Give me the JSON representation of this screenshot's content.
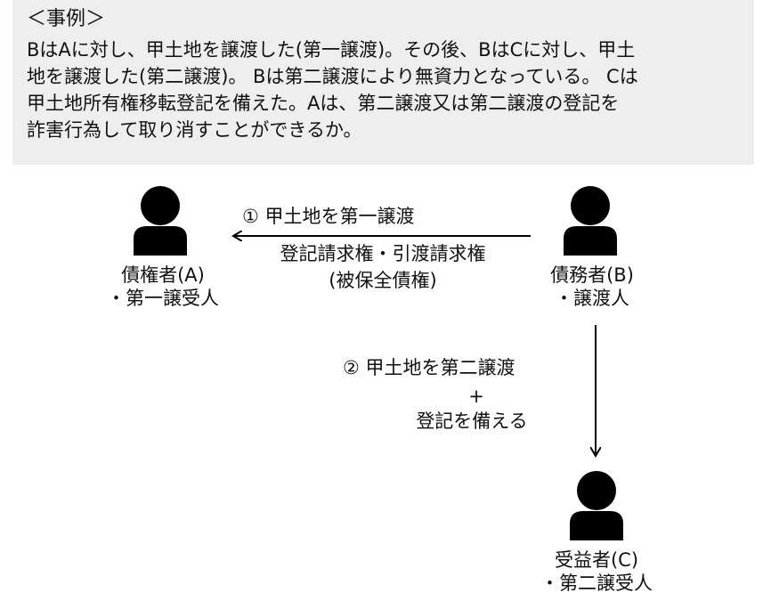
{
  "case": {
    "heading": "＜事例＞",
    "lines": [
      "BはAに対し、甲土地を譲渡した(第一譲渡)。その後、BはCに対し、甲土",
      "地を譲渡した(第二譲渡)。 Bは第二譲渡により無資力となっている。 Cは",
      "甲土地所有権移転登記を備えた。Aは、第二譲渡又は第二譲渡の登記を",
      "詐害行為して取り消すことができるか。"
    ]
  },
  "parties": {
    "a": {
      "name": "債権者(A)",
      "role": "・第一譲受人"
    },
    "b": {
      "name": "債務者(B)",
      "role": "・譲渡人"
    },
    "c": {
      "name": "受益者(C)",
      "role": "・第二譲受人"
    }
  },
  "arrow1": {
    "label": "① 甲土地を第一譲渡",
    "sub1": "登記請求権・引渡請求権",
    "sub2": "(被保全債権)"
  },
  "arrow2": {
    "label": "② 甲土地を第二譲渡",
    "plus": "+",
    "sub": "登記を備える"
  },
  "colors": {
    "box_background": "#eeeeee",
    "icon": "#000000",
    "text": "#111111"
  }
}
